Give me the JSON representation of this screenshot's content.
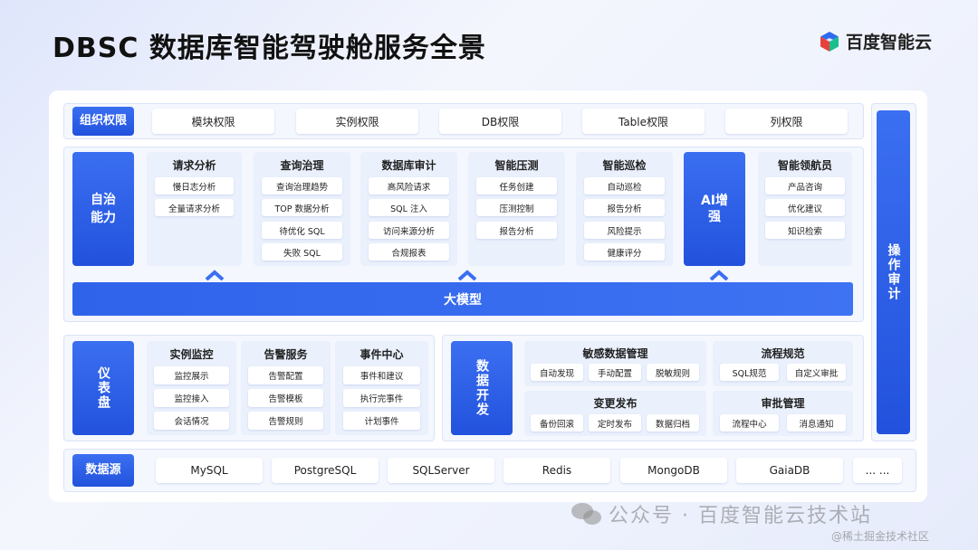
{
  "title": "DBSC 数据库智能驾驶舱服务全景",
  "logo": {
    "text": "百度智能云",
    "icon": "baidu-cloud-cube-icon"
  },
  "permissions": {
    "label": "组织权限",
    "items": [
      "模块权限",
      "实例权限",
      "DB权限",
      "Table权限",
      "列权限"
    ]
  },
  "autonomy": {
    "label": "自治能力",
    "columns": [
      {
        "title": "请求分析",
        "items": [
          "慢日志分析",
          "全量请求分析"
        ]
      },
      {
        "title": "查询治理",
        "items": [
          "查询治理趋势",
          "TOP 数据分析",
          "待优化 SQL",
          "失败 SQL"
        ]
      },
      {
        "title": "数据库审计",
        "items": [
          "高风险请求",
          "SQL 注入",
          "访问来源分析",
          "合规报表"
        ]
      },
      {
        "title": "智能压测",
        "items": [
          "任务创建",
          "压测控制",
          "报告分析"
        ]
      },
      {
        "title": "智能巡检",
        "items": [
          "自动巡检",
          "报告分析",
          "风险提示",
          "健康评分"
        ]
      }
    ],
    "ai": "AI增强",
    "pilot": {
      "title": "智能领航员",
      "items": [
        "产品咨询",
        "优化建议",
        "知识检索"
      ]
    },
    "model": "大模型"
  },
  "audit": "操作审计",
  "dashboard": {
    "label": "仪表盘",
    "columns": [
      {
        "title": "实例监控",
        "items": [
          "监控展示",
          "监控接入",
          "会话情况"
        ]
      },
      {
        "title": "告警服务",
        "items": [
          "告警配置",
          "告警模板",
          "告警规则"
        ]
      },
      {
        "title": "事件中心",
        "items": [
          "事件和建议",
          "执行完事件",
          "计划事件"
        ]
      }
    ]
  },
  "devops": {
    "label": "数据开发",
    "groups": [
      {
        "title": "敏感数据管理",
        "items": [
          "自动发现",
          "手动配置",
          "脱敏规则"
        ]
      },
      {
        "title": "流程规范",
        "items": [
          "SQL规范",
          "自定义审批"
        ]
      },
      {
        "title": "变更发布",
        "items": [
          "备份回滚",
          "定时发布",
          "数据归档"
        ]
      },
      {
        "title": "审批管理",
        "items": [
          "流程中心",
          "消息通知"
        ]
      }
    ]
  },
  "datasource": {
    "label": "数据源",
    "items": [
      "MySQL",
      "PostgreSQL",
      "SQLServer",
      "Redis",
      "MongoDB",
      "GaiaDB",
      "... ..."
    ]
  },
  "watermark": {
    "main": "公众号 · 百度智能云技术站",
    "sub": "@稀土掘金技术社区"
  }
}
